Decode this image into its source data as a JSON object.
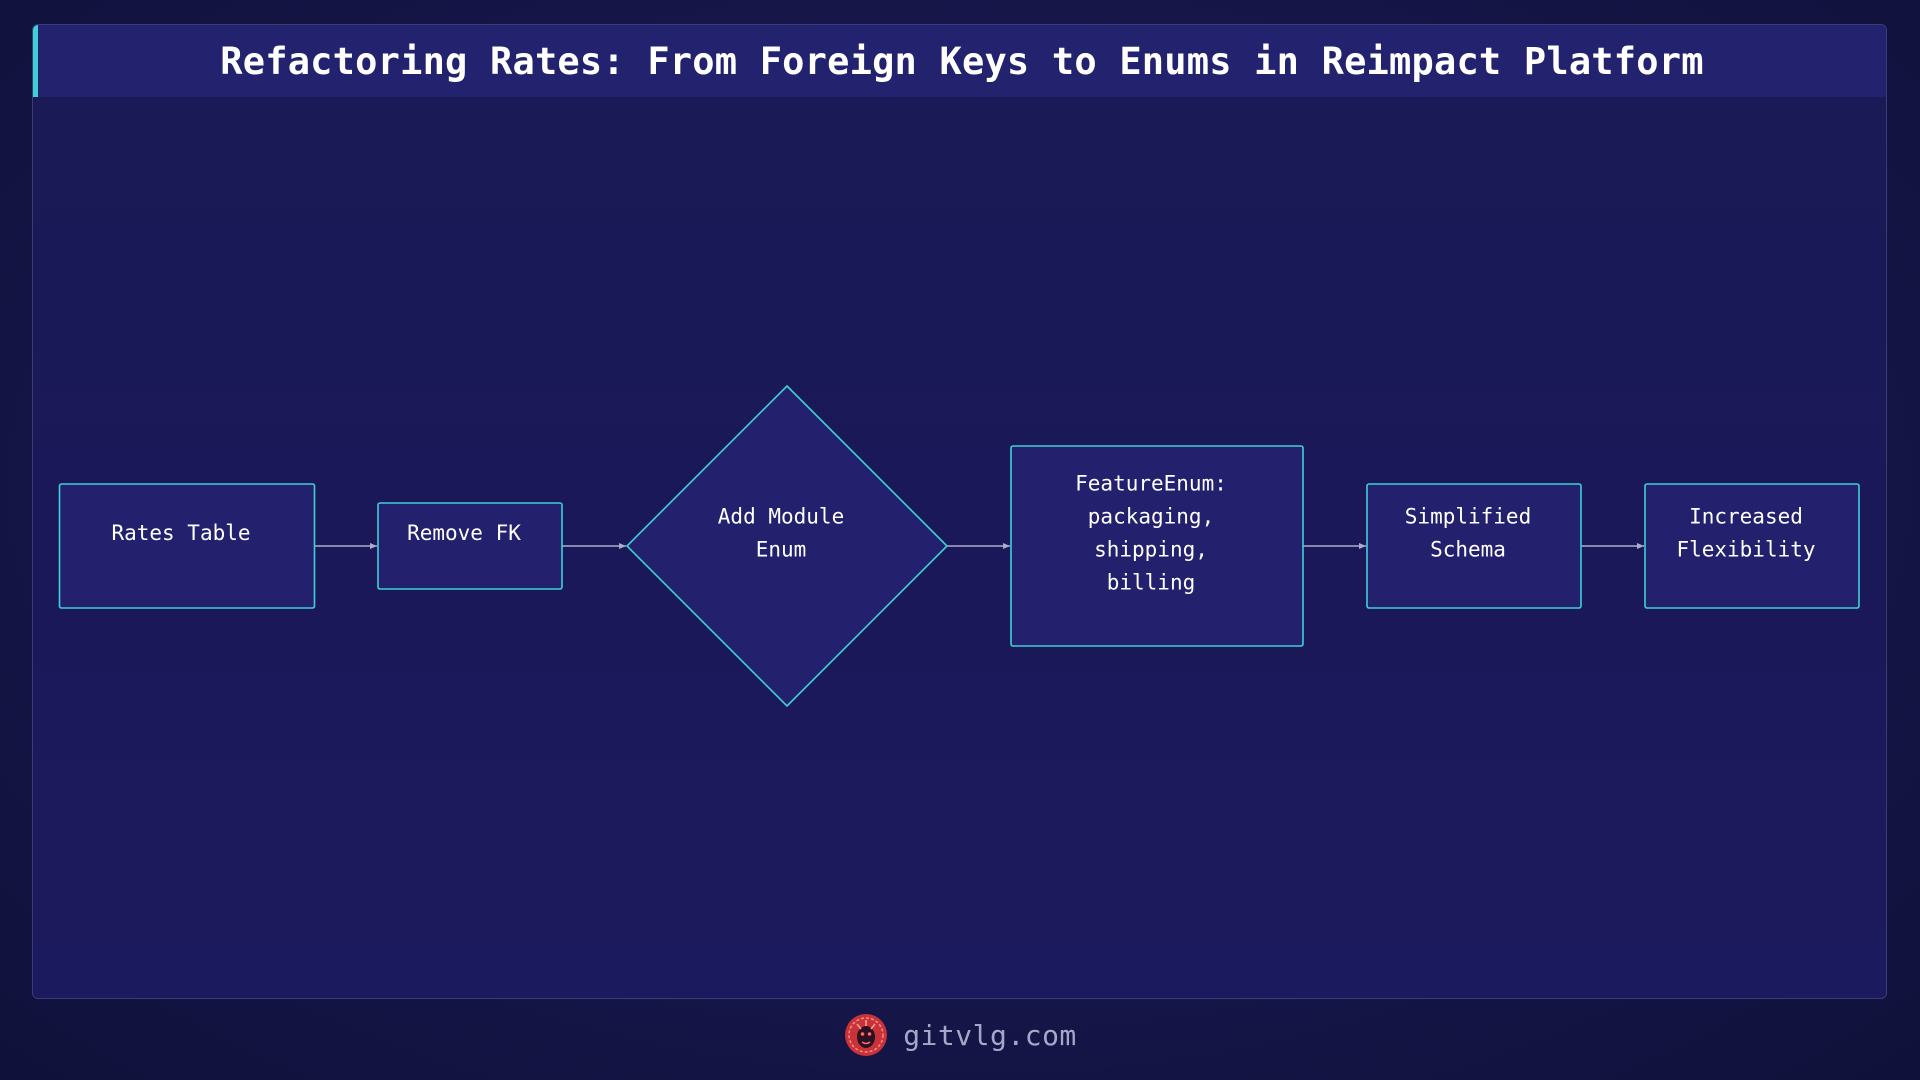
{
  "title": "Refactoring Rates: From Foreign Keys to Enums in Reimpact Platform",
  "colors": {
    "accent": "#3fd0d4",
    "node_fill": "#23216e",
    "node_stroke": "#3fd0d4",
    "edge": "#a9adc9",
    "logo": "#d63a3a"
  },
  "nodes": [
    {
      "id": "rates",
      "shape": "rect",
      "lines": [
        "Rates Table"
      ]
    },
    {
      "id": "removefk",
      "shape": "rect",
      "lines": [
        "Remove FK"
      ]
    },
    {
      "id": "addmodule",
      "shape": "diamond",
      "lines": [
        "Add Module",
        "Enum"
      ]
    },
    {
      "id": "featureenum",
      "shape": "rect",
      "lines": [
        "FeatureEnum:",
        "packaging,",
        "shipping,",
        "billing"
      ]
    },
    {
      "id": "simplified",
      "shape": "rect",
      "lines": [
        "Simplified",
        "Schema"
      ]
    },
    {
      "id": "flexibility",
      "shape": "rect",
      "lines": [
        "Increased",
        "Flexibility"
      ]
    }
  ],
  "edges": [
    {
      "from": "rates",
      "to": "removefk"
    },
    {
      "from": "removefk",
      "to": "addmodule"
    },
    {
      "from": "addmodule",
      "to": "featureenum"
    },
    {
      "from": "featureenum",
      "to": "simplified"
    },
    {
      "from": "simplified",
      "to": "flexibility"
    }
  ],
  "footer": {
    "logo_icon": "lion-head-icon",
    "site": "gitvlg.com"
  }
}
